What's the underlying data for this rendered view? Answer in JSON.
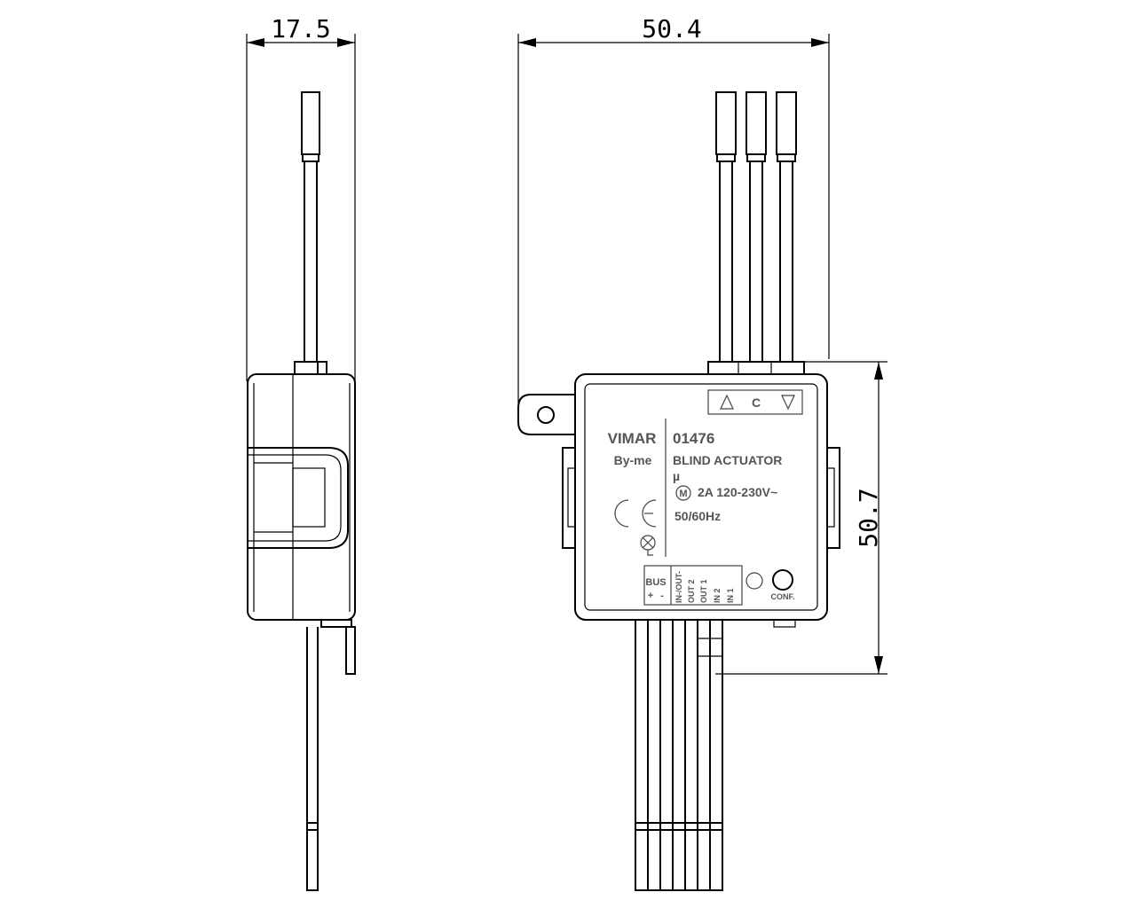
{
  "dimensions": {
    "side_width": "17.5",
    "front_width": "50.4",
    "front_height": "50.7"
  },
  "device": {
    "brand": "VIMAR",
    "series": "By-me",
    "code": "01476",
    "name": "BLIND ACTUATOR",
    "mu": "µ",
    "motor_symbol": "M",
    "rating": "2A 120-230V~",
    "frequency": "50/60Hz",
    "ce_mark": "CE",
    "top_symbols": {
      "up": "△",
      "common": "C",
      "down": "▽"
    },
    "terminals": {
      "bus_label": "BUS",
      "bus_plus": "+",
      "bus_minus": "-",
      "t1": "IN-/OUT-",
      "t2": "OUT 2",
      "t3": "OUT 1",
      "t4": "IN 2",
      "t5": "IN 1"
    },
    "conf_label": "CONF."
  },
  "icons": [
    "ce-mark-icon",
    "approval-mark-icon",
    "motor-icon",
    "up-triangle-icon",
    "down-triangle-icon"
  ]
}
